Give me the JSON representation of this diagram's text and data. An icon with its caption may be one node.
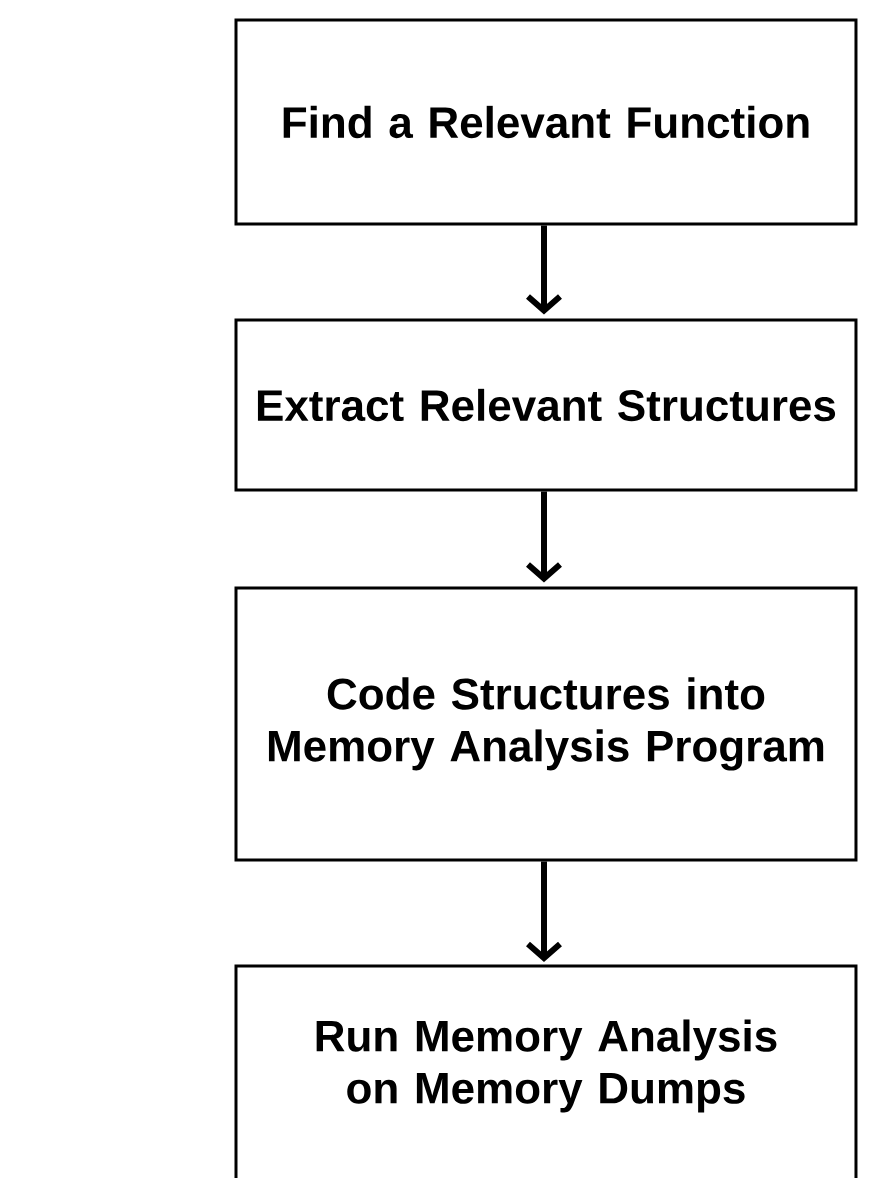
{
  "diagram": {
    "nodes": [
      {
        "text": [
          "Find a Relevant Function"
        ]
      },
      {
        "text": [
          "Extract Relevant Structures"
        ]
      },
      {
        "text": [
          "Code Structures into Memory Analysis Program"
        ]
      },
      {
        "text": [
          "Run Memory Analysis on Memory Dumps"
        ]
      }
    ],
    "edges": [
      {
        "from": 0,
        "to": 1,
        "arrow": "to"
      },
      {
        "from": 1,
        "to": 2,
        "arrow": "to"
      },
      {
        "from": 2,
        "to": 3,
        "arrow": "to"
      }
    ]
  }
}
